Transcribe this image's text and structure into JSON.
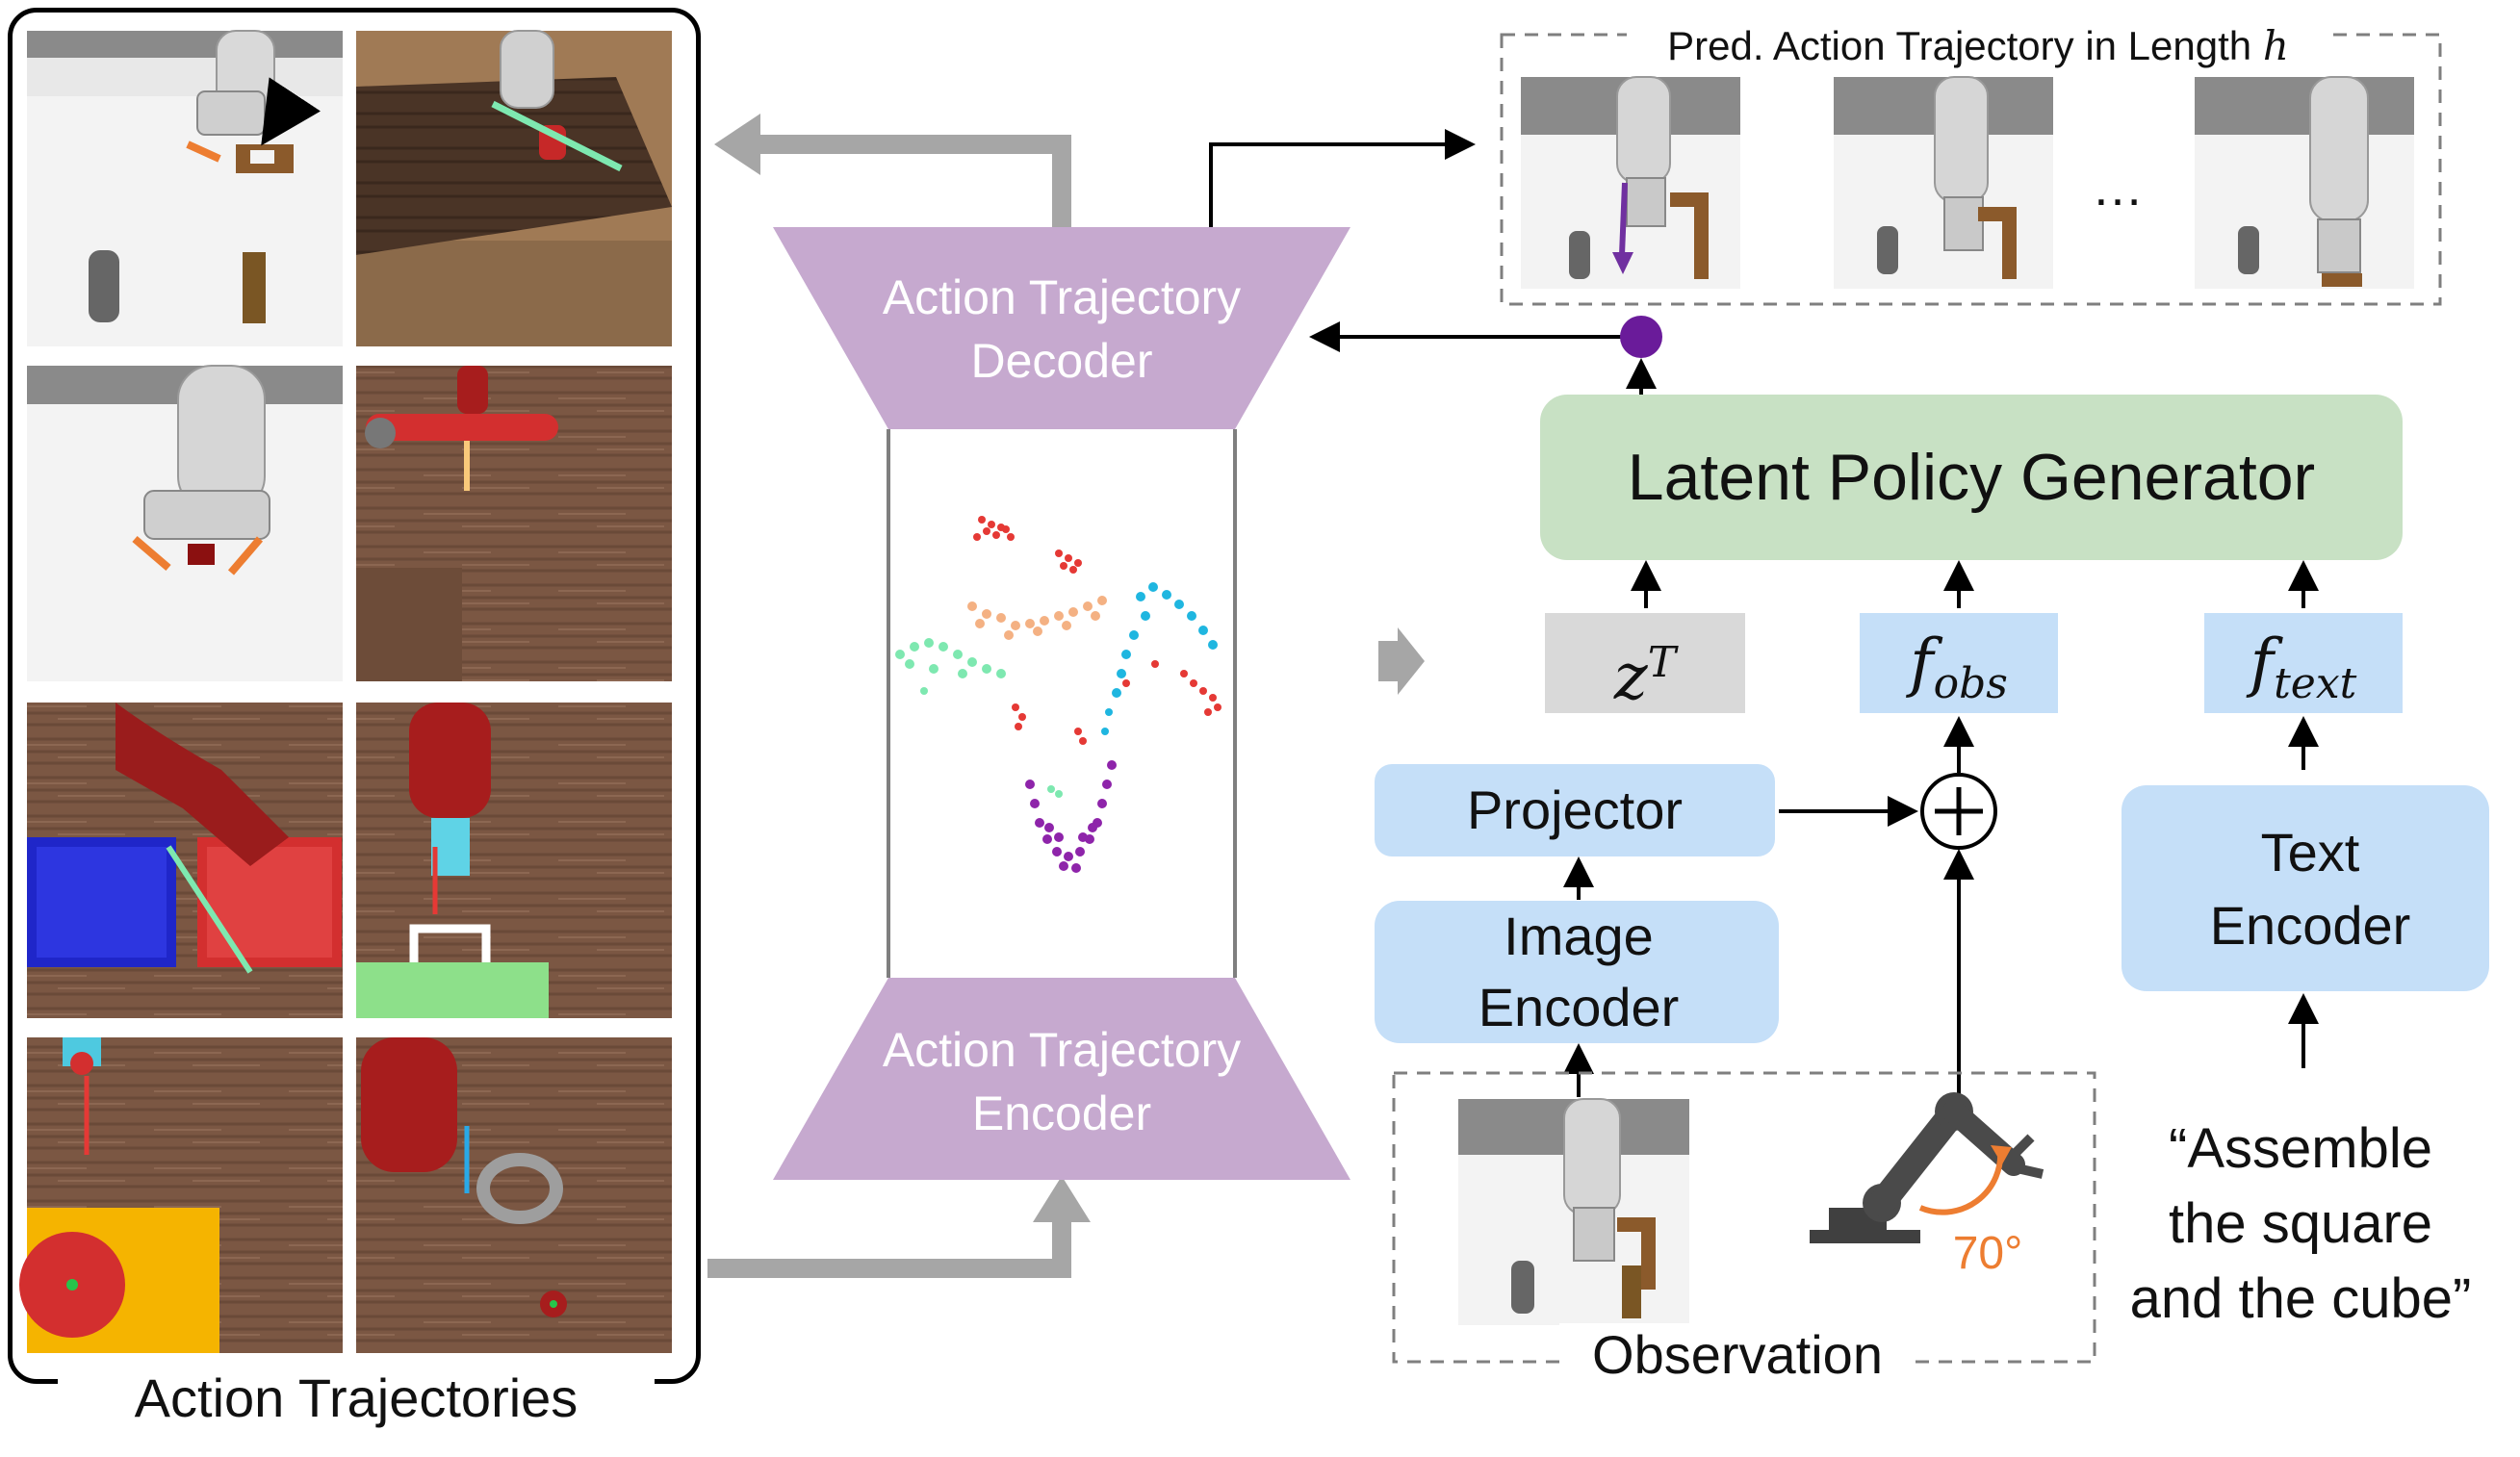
{
  "left_panel": {
    "caption": "Action Trajectories"
  },
  "pred_panel": {
    "title_text": "Pred. Action Trajectory in Length ",
    "title_var": "h",
    "ellipsis": "…"
  },
  "decoder": {
    "line1": "Action Trajectory",
    "line2": "Decoder"
  },
  "encoder": {
    "line1": "Action Trajectory",
    "line2": "Encoder"
  },
  "policy": {
    "label": "Latent Policy Generator"
  },
  "latent": {
    "z": "z",
    "z_sup": "T"
  },
  "features": {
    "obs_base": "f",
    "obs_sub": "obs",
    "text_base": "f",
    "text_sub": "text"
  },
  "projector": {
    "label": "Projector"
  },
  "image_encoder": {
    "line1": "Image",
    "line2": "Encoder"
  },
  "text_encoder": {
    "line1": "Text",
    "line2": "Encoder"
  },
  "observation": {
    "label": "Observation",
    "joint_angle": "70°"
  },
  "instruction": {
    "line1": "“Assemble",
    "line2": "the square",
    "line3": "and the cube”"
  },
  "colors": {
    "trapezoid": "#c6a9cf",
    "policy_box": "#c8e1c4",
    "blue_box": "#c5dff8",
    "latent_box": "#d9d9d9",
    "gray_arrow": "#a6a6a6",
    "purple_dot": "#6a1b9a",
    "orange": "#ed7d31"
  },
  "icons": [
    "snowflake-icon",
    "plus-circle-icon",
    "robot-arm-icon"
  ]
}
